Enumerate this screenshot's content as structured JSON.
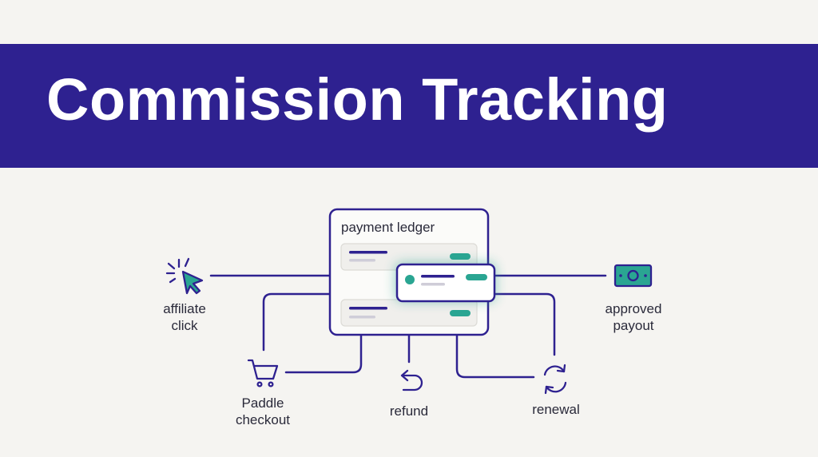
{
  "title": "Commission Tracking",
  "ledger": {
    "title": "payment ledger"
  },
  "nodes": {
    "affiliate_click": {
      "line1": "affiliate",
      "line2": "click"
    },
    "approved_payout": {
      "line1": "approved",
      "line2": "payout"
    },
    "paddle_checkout": {
      "line1": "Paddle",
      "line2": "checkout"
    },
    "refund": {
      "label": "refund"
    },
    "renewal": {
      "label": "renewal"
    }
  },
  "colors": {
    "banner": "#2e2190",
    "line": "#2e2190",
    "accent": "#2aa592",
    "background": "#f5f4f1"
  }
}
